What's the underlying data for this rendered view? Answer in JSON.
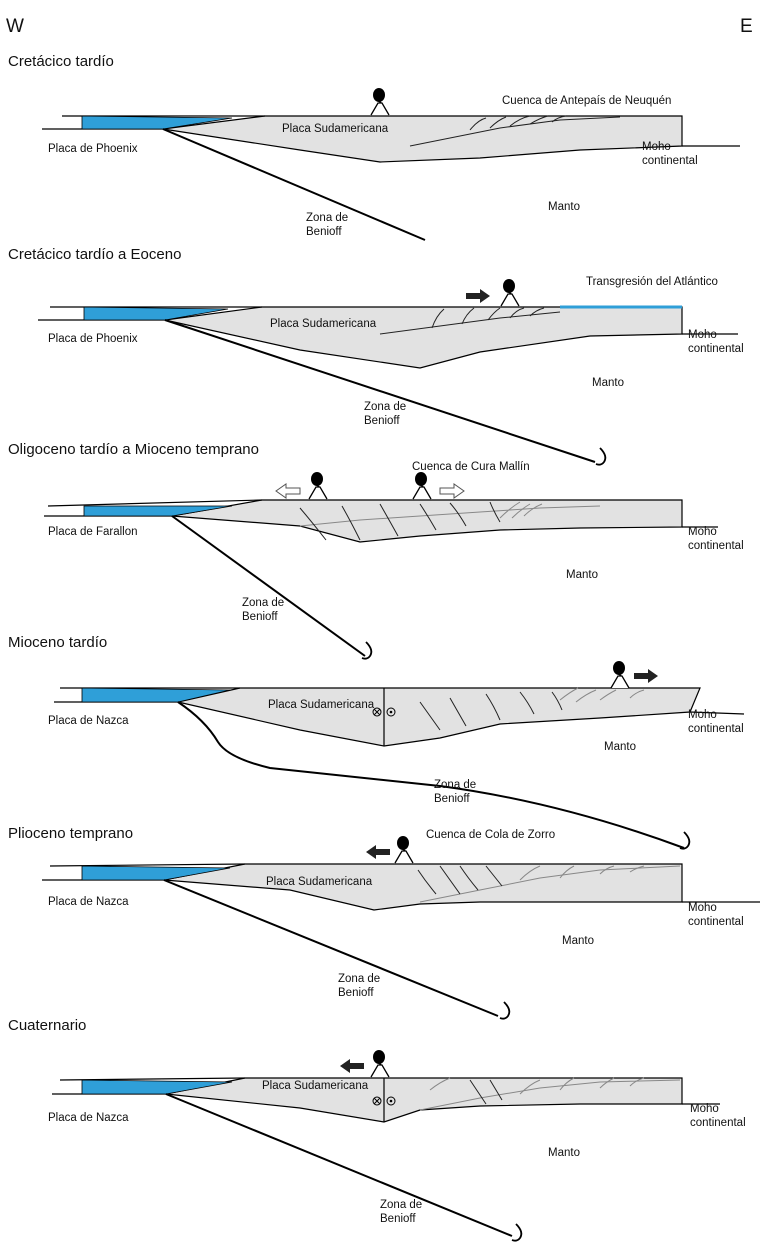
{
  "orientation": {
    "west": "W",
    "east": "E"
  },
  "panels": [
    {
      "title": "Cretácico tardío",
      "labels": {
        "oceanic_plate": "Placa de Phoenix",
        "continental_plate": "Placa Sudamericana",
        "basin": "Cuenca de Antepaís de Neuquén",
        "moho_1": "Moho",
        "moho_2": "continental",
        "mantle": "Manto",
        "benioff_1": "Zona de",
        "benioff_2": "Benioff"
      }
    },
    {
      "title": "Cretácico tardío a Eoceno",
      "labels": {
        "oceanic_plate": "Placa de Phoenix",
        "continental_plate": "Placa Sudamericana",
        "basin": "Transgresión del Atlántico",
        "moho_1": "Moho",
        "moho_2": "continental",
        "mantle": "Manto",
        "benioff_1": "Zona de",
        "benioff_2": "Benioff"
      }
    },
    {
      "title": "Oligoceno tardío a Mioceno temprano",
      "labels": {
        "oceanic_plate": "Placa de Farallon",
        "basin": "Cuenca de Cura Mallín",
        "moho_1": "Moho",
        "moho_2": "continental",
        "mantle": "Manto",
        "benioff_1": "Zona de",
        "benioff_2": "Benioff"
      }
    },
    {
      "title": "Mioceno tardío",
      "labels": {
        "oceanic_plate": "Placa de Nazca",
        "continental_plate": "Placa Sudamericana",
        "moho_1": "Moho",
        "moho_2": "continental",
        "mantle": "Manto",
        "benioff_1": "Zona de",
        "benioff_2": "Benioff"
      }
    },
    {
      "title": "Plioceno temprano",
      "labels": {
        "oceanic_plate": "Placa de Nazca",
        "continental_plate": "Placa Sudamericana",
        "basin": "Cuenca de Cola de Zorro",
        "moho_1": "Moho",
        "moho_2": "continental",
        "mantle": "Manto",
        "benioff_1": "Zona de",
        "benioff_2": "Benioff"
      }
    },
    {
      "title": "Cuaternario",
      "labels": {
        "oceanic_plate": "Placa de Nazca",
        "continental_plate": "Placa Sudamericana",
        "moho_1": "Moho",
        "moho_2": "continental",
        "mantle": "Manto",
        "benioff_1": "Zona de",
        "benioff_2": "Benioff"
      }
    }
  ],
  "colors": {
    "ocean": "#2f9fd8",
    "crust": "#e2e2e2"
  },
  "icons": [
    "volcano-icon",
    "arrow-right-icon",
    "arrow-left-icon",
    "hollow-arrow-icon",
    "curved-slab-tip-icon",
    "into-page-symbol-icon",
    "out-of-page-symbol-icon"
  ]
}
